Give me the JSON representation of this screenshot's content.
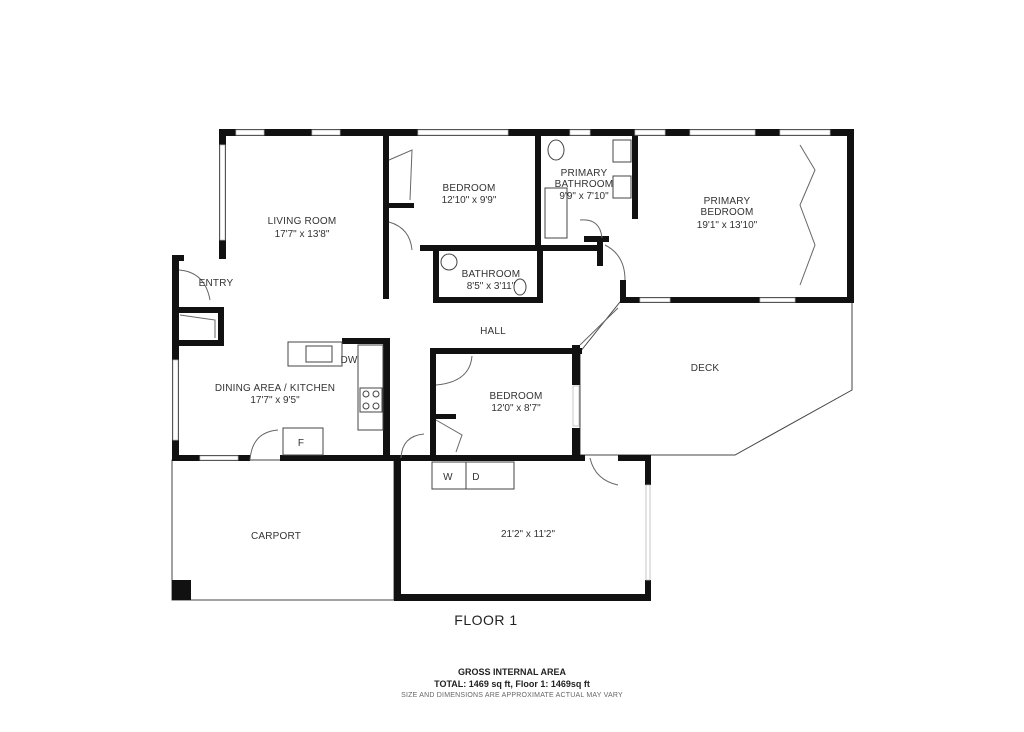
{
  "rooms": {
    "living_room": {
      "name": "LIVING ROOM",
      "dims": "17'7\" x 13'8\""
    },
    "bedroom_1": {
      "name": "BEDROOM",
      "dims": "12'10\" x 9'9\""
    },
    "primary_bathroom": {
      "name_line1": "PRIMARY",
      "name_line2": "BATHROOM",
      "dims": "9'9\" x 7'10\""
    },
    "primary_bedroom": {
      "name_line1": "PRIMARY",
      "name_line2": "BEDROOM",
      "dims": "19'1\" x 13'10\""
    },
    "bathroom": {
      "name": "BATHROOM",
      "dims": "8'5\" x 3'11\""
    },
    "entry": {
      "name": "ENTRY"
    },
    "hall": {
      "name": "HALL"
    },
    "dining_kitchen": {
      "name": "DINING AREA / KITCHEN",
      "dims": "17'7\" x 9'5\""
    },
    "bedroom_2": {
      "name": "BEDROOM",
      "dims": "12'0\" x 8'7\""
    },
    "deck": {
      "name": "DECK"
    },
    "carport": {
      "name": "CARPORT"
    },
    "garage": {
      "dims": "21'2\" x 11'2\""
    }
  },
  "appliances": {
    "dishwasher": "DW",
    "fridge": "F",
    "washer": "W",
    "dryer": "D"
  },
  "floor_title": "FLOOR 1",
  "footer": {
    "gross": "GROSS INTERNAL AREA",
    "total": "TOTAL: 1469 sq ft, Floor 1: 1469sq ft",
    "note": "SIZE AND DIMENSIONS ARE APPROXIMATE ACTUAL MAY VARY"
  }
}
